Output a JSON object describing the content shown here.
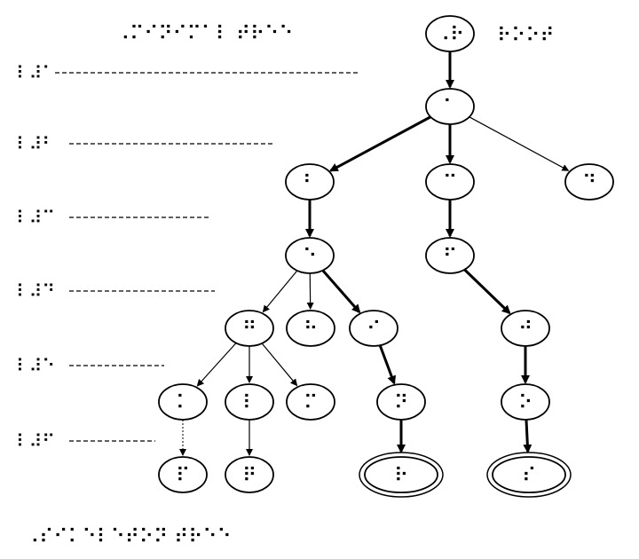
{
  "colors": {
    "ink": "#000000",
    "background": "#ffffff"
  },
  "title": "⠠⠍⠊⠝⠊⠍⠁⠇ ⠞⠗⠑⠑",
  "root_label": "⠗⠕⠕⠞",
  "footer": "⠠⠎⠊⠅⠑⠇⠑⠞⠕⠝ ⠞⠗⠑⠑",
  "levels": [
    {
      "id": "level-1",
      "label": "⠇⠼⠁"
    },
    {
      "id": "level-2",
      "label": "⠇⠼⠃"
    },
    {
      "id": "level-3",
      "label": "⠇⠼⠉"
    },
    {
      "id": "level-4",
      "label": "⠇⠼⠙"
    },
    {
      "id": "level-5",
      "label": "⠇⠼⠑"
    },
    {
      "id": "level-6",
      "label": "⠇⠼⠋"
    }
  ],
  "nodes": [
    {
      "id": "n-root",
      "label": "⠠⠗"
    },
    {
      "id": "n-1",
      "label": "⠁"
    },
    {
      "id": "n-2a",
      "label": "⠃"
    },
    {
      "id": "n-2b",
      "label": "⠉"
    },
    {
      "id": "n-2c",
      "label": "⠙"
    },
    {
      "id": "n-3a",
      "label": "⠑"
    },
    {
      "id": "n-3b",
      "label": "⠋"
    },
    {
      "id": "n-4a",
      "label": "⠛"
    },
    {
      "id": "n-4b",
      "label": "⠓"
    },
    {
      "id": "n-4c",
      "label": "⠊"
    },
    {
      "id": "n-4d",
      "label": "⠚"
    },
    {
      "id": "n-5a",
      "label": "⠅"
    },
    {
      "id": "n-5b",
      "label": "⠇"
    },
    {
      "id": "n-5c",
      "label": "⠍"
    },
    {
      "id": "n-5d",
      "label": "⠝"
    },
    {
      "id": "n-5e",
      "label": "⠕"
    },
    {
      "id": "n-6a",
      "label": "⠏"
    },
    {
      "id": "n-6b",
      "label": "⠟"
    },
    {
      "id": "n-6c",
      "label": "⠗",
      "goal": true
    },
    {
      "id": "n-6d",
      "label": "⠎",
      "goal": true
    }
  ],
  "edges": [
    {
      "from": "n-root",
      "to": "n-1",
      "weight": "bold"
    },
    {
      "from": "n-1",
      "to": "n-2a",
      "weight": "bold"
    },
    {
      "from": "n-1",
      "to": "n-2b",
      "weight": "bold"
    },
    {
      "from": "n-1",
      "to": "n-2c",
      "weight": "thin"
    },
    {
      "from": "n-2a",
      "to": "n-3a",
      "weight": "bold"
    },
    {
      "from": "n-2b",
      "to": "n-3b",
      "weight": "bold"
    },
    {
      "from": "n-3a",
      "to": "n-4a",
      "weight": "thin"
    },
    {
      "from": "n-3a",
      "to": "n-4b",
      "weight": "thin"
    },
    {
      "from": "n-3a",
      "to": "n-4c",
      "weight": "bold"
    },
    {
      "from": "n-3b",
      "to": "n-4d",
      "weight": "bold"
    },
    {
      "from": "n-4a",
      "to": "n-5a",
      "weight": "thin"
    },
    {
      "from": "n-4a",
      "to": "n-5b",
      "weight": "thin"
    },
    {
      "from": "n-4a",
      "to": "n-5c",
      "weight": "thin"
    },
    {
      "from": "n-4c",
      "to": "n-5d",
      "weight": "bold"
    },
    {
      "from": "n-4d",
      "to": "n-5e",
      "weight": "bold"
    },
    {
      "from": "n-5a",
      "to": "n-6a",
      "weight": "dotted"
    },
    {
      "from": "n-5b",
      "to": "n-6b",
      "weight": "thin"
    },
    {
      "from": "n-5d",
      "to": "n-6c",
      "weight": "bold"
    },
    {
      "from": "n-5e",
      "to": "n-6d",
      "weight": "bold"
    }
  ]
}
